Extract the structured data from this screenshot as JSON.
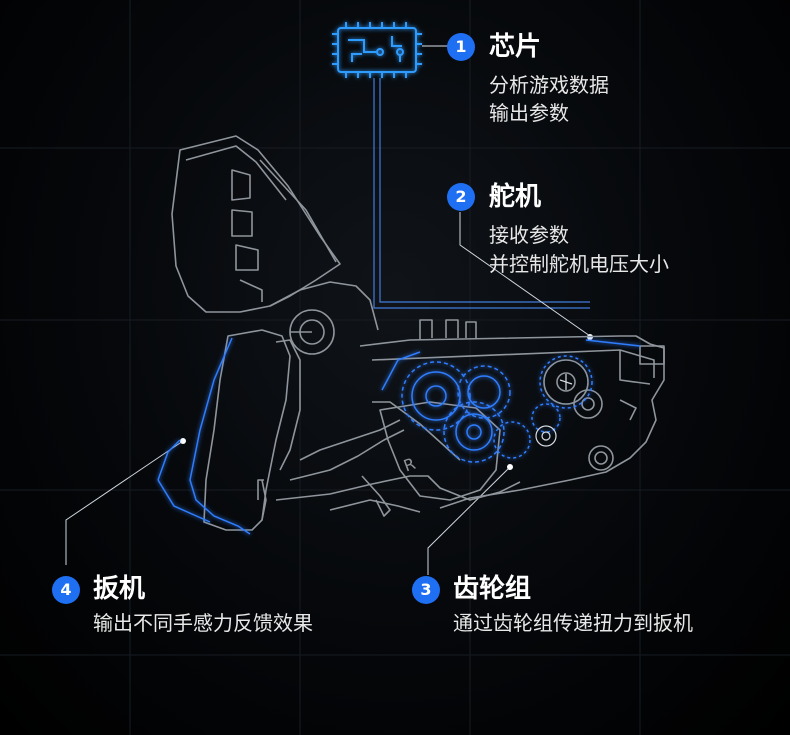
{
  "callouts": [
    {
      "number": "1",
      "title": "芯片",
      "lines": [
        "分析游戏数据",
        "输出参数"
      ]
    },
    {
      "number": "2",
      "title": "舵机",
      "lines": [
        "接收参数",
        "并控制舵机电压大小"
      ]
    },
    {
      "number": "3",
      "title": "齿轮组",
      "lines": [
        "通过齿轮组传递扭力到扳机"
      ]
    },
    {
      "number": "4",
      "title": "扳机",
      "lines": [
        "输出不同手感力反馈效果"
      ]
    }
  ],
  "colors": {
    "background": "#000000",
    "badge": "#1f6ff2",
    "line_art": "#9aa0a8",
    "highlight": "#2f7dff",
    "text": "#ffffff"
  },
  "icons": {
    "chip": "chip-icon"
  }
}
